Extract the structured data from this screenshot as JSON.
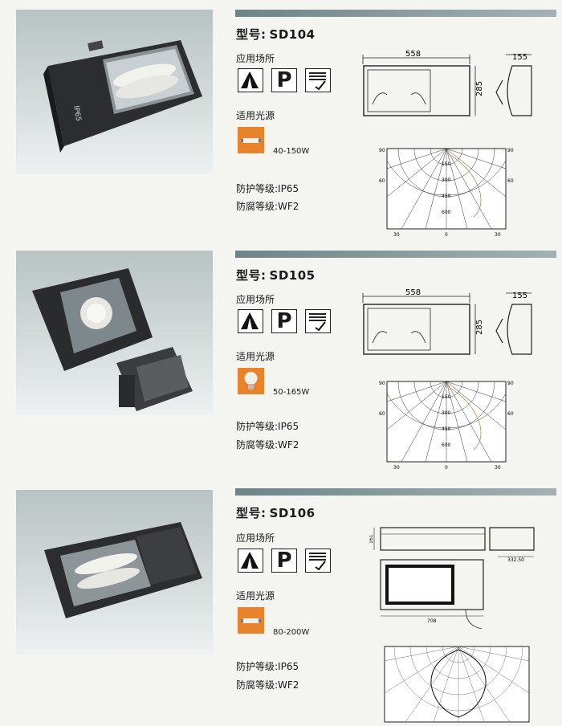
{
  "products": [
    {
      "model_label": "型号",
      "model_code": "SD104",
      "application_label": "应用场所",
      "application_icons": [
        "tunnel-road-icon",
        "parking-p-icon",
        "stadium-icon"
      ],
      "parking_letter": "P",
      "light_source_label": "适用光源",
      "lamp_icon": "tubular-lamp-icon",
      "wattage": "40-150W",
      "protection_grade": "防护等级:IP65",
      "corrosion_grade": "防腐等级:WF2",
      "photo_label": "IP65",
      "dims": {
        "width": "558",
        "height": "285",
        "depth": "155"
      },
      "polar": {
        "angle_labels": {
          "top_left": "90",
          "top_right": "90",
          "mid_left": "60",
          "mid_right": "60",
          "bottom_left": "30",
          "bottom_center": "0",
          "bottom_right": "30"
        },
        "radial_labels": [
          "150",
          "300",
          "450",
          "600"
        ]
      }
    },
    {
      "model_label": "型号",
      "model_code": "SD105",
      "application_label": "应用场所",
      "application_icons": [
        "tunnel-road-icon",
        "parking-p-icon",
        "stadium-icon"
      ],
      "parking_letter": "P",
      "light_source_label": "适用光源",
      "lamp_icon": "bulb-lamp-icon",
      "wattage": "50-165W",
      "protection_grade": "防护等级:IP65",
      "corrosion_grade": "防腐等级:WF2",
      "dims": {
        "width": "558",
        "height": "285",
        "depth": "155"
      },
      "polar": {
        "angle_labels": {
          "top_left": "90",
          "top_right": "90",
          "mid_left": "60",
          "mid_right": "60",
          "bottom_left": "30",
          "bottom_center": "0",
          "bottom_right": "30"
        },
        "radial_labels": [
          "150",
          "300",
          "450",
          "600"
        ]
      }
    },
    {
      "model_label": "型号",
      "model_code": "SD106",
      "application_label": "应用场所",
      "application_icons": [
        "tunnel-road-icon",
        "parking-p-icon",
        "stadium-icon"
      ],
      "parking_letter": "P",
      "light_source_label": "适用光源",
      "lamp_icon": "tubular-lamp-icon",
      "wattage": "80-200W",
      "protection_grade": "防护等级:IP65",
      "corrosion_grade": "防腐等级:WF2",
      "dims": {
        "height": "161",
        "depth": "332.50",
        "width": "708"
      }
    }
  ]
}
